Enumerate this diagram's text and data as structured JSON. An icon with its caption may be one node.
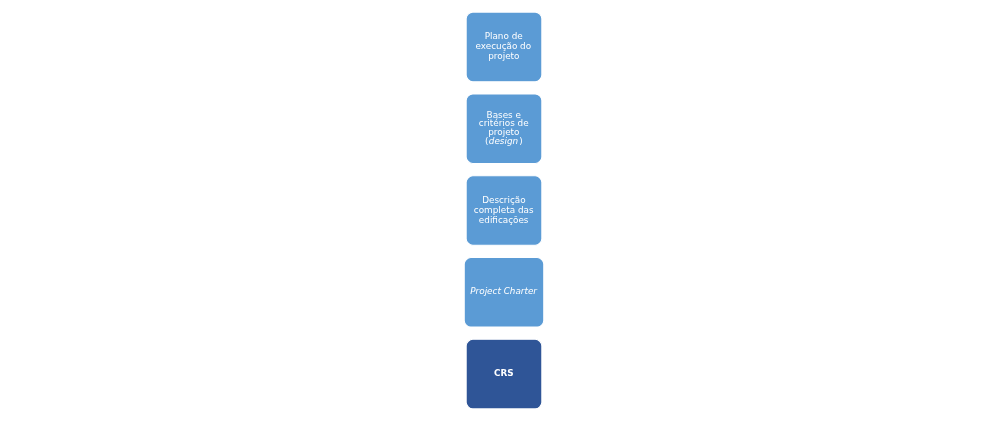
{
  "diagram": {
    "nodes": [
      {
        "text": [
          "CRS"
        ]
      },
      {
        "text": [
          "Project Charter"
        ]
      },
      {
        "text": [
          "Descrição completa das edificações"
        ]
      },
      {
        "text": [
          "Bases e critérios de projeto (*design*)"
        ]
      },
      {
        "text": [
          "Plano de execução do projeto"
        ]
      }
    ]
  }
}
